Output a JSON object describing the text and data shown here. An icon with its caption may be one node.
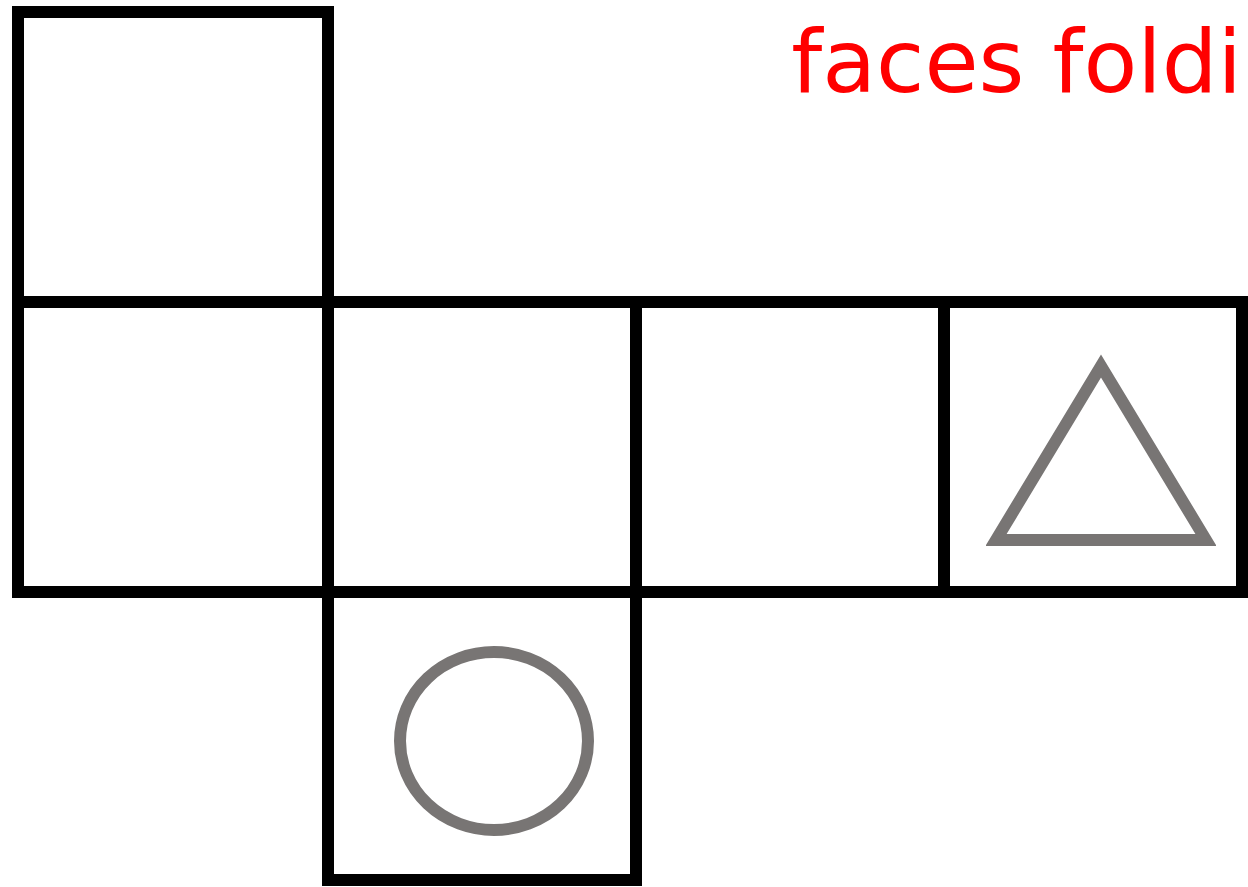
{
  "diagram": {
    "nodes": [
      {
        "text": [],
        "shape": "box"
      },
      {
        "text": [],
        "shape": "box"
      },
      {
        "text": [],
        "shape": "box"
      },
      {
        "text": [],
        "shape": "box"
      },
      {
        "text": [],
        "shape": "box"
      },
      {
        "text": [],
        "shape": "box"
      },
      {
        "text": [],
        "shape": "triangle",
        "in": 4
      },
      {
        "text": [],
        "shape": "circle",
        "in": 5
      }
    ],
    "labels": [
      "faces foldi"
    ]
  }
}
